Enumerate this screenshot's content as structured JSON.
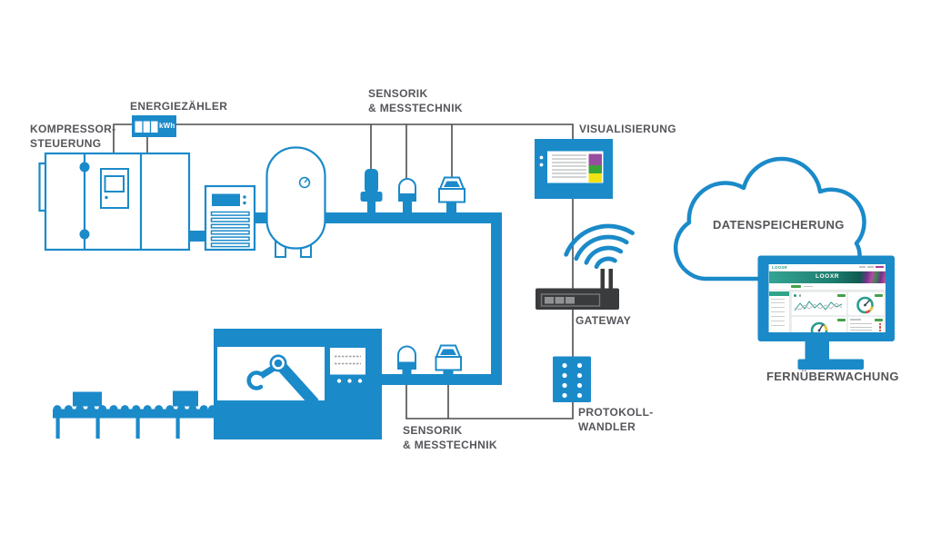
{
  "labels": {
    "kompressor_steuerung": {
      "line1": "KOMPRESSOR-",
      "line2": "STEUERUNG"
    },
    "energiezaehler": "ENERGIEZÄHLER",
    "energy_meter_unit": "kWh",
    "sensorik_top": {
      "line1": "SENSORIK",
      "line2": "& MESSTECHNIK"
    },
    "visualisierung": "VISUALISIERUNG",
    "datenspeicherung": "DATENSPEICHERUNG",
    "gateway": "GATEWAY",
    "protokoll_wandler": {
      "line1": "PROTOKOLL-",
      "line2": "WANDLER"
    },
    "sensorik_bottom": {
      "line1": "SENSORIK",
      "line2": "& MESSTECHNIK"
    },
    "fernueberwachung": "FERNÜBERWACHUNG"
  },
  "dashboard": {
    "brand": "LOOXR"
  },
  "colors": {
    "primary_blue": "#1b8ac9",
    "label_gray": "#55565a",
    "connector_gray": "#4b4c4e",
    "gateway_dark": "#3a3b3d",
    "viz_bar_purple": "#984ea0",
    "viz_bar_green": "#3ba439",
    "viz_bar_yellow": "#f0e312",
    "dashboard_teal": "#2a9d8f",
    "dashboard_green": "#43a047",
    "gauge_yellow": "#e8c537",
    "gauge_red": "#d9534f"
  }
}
